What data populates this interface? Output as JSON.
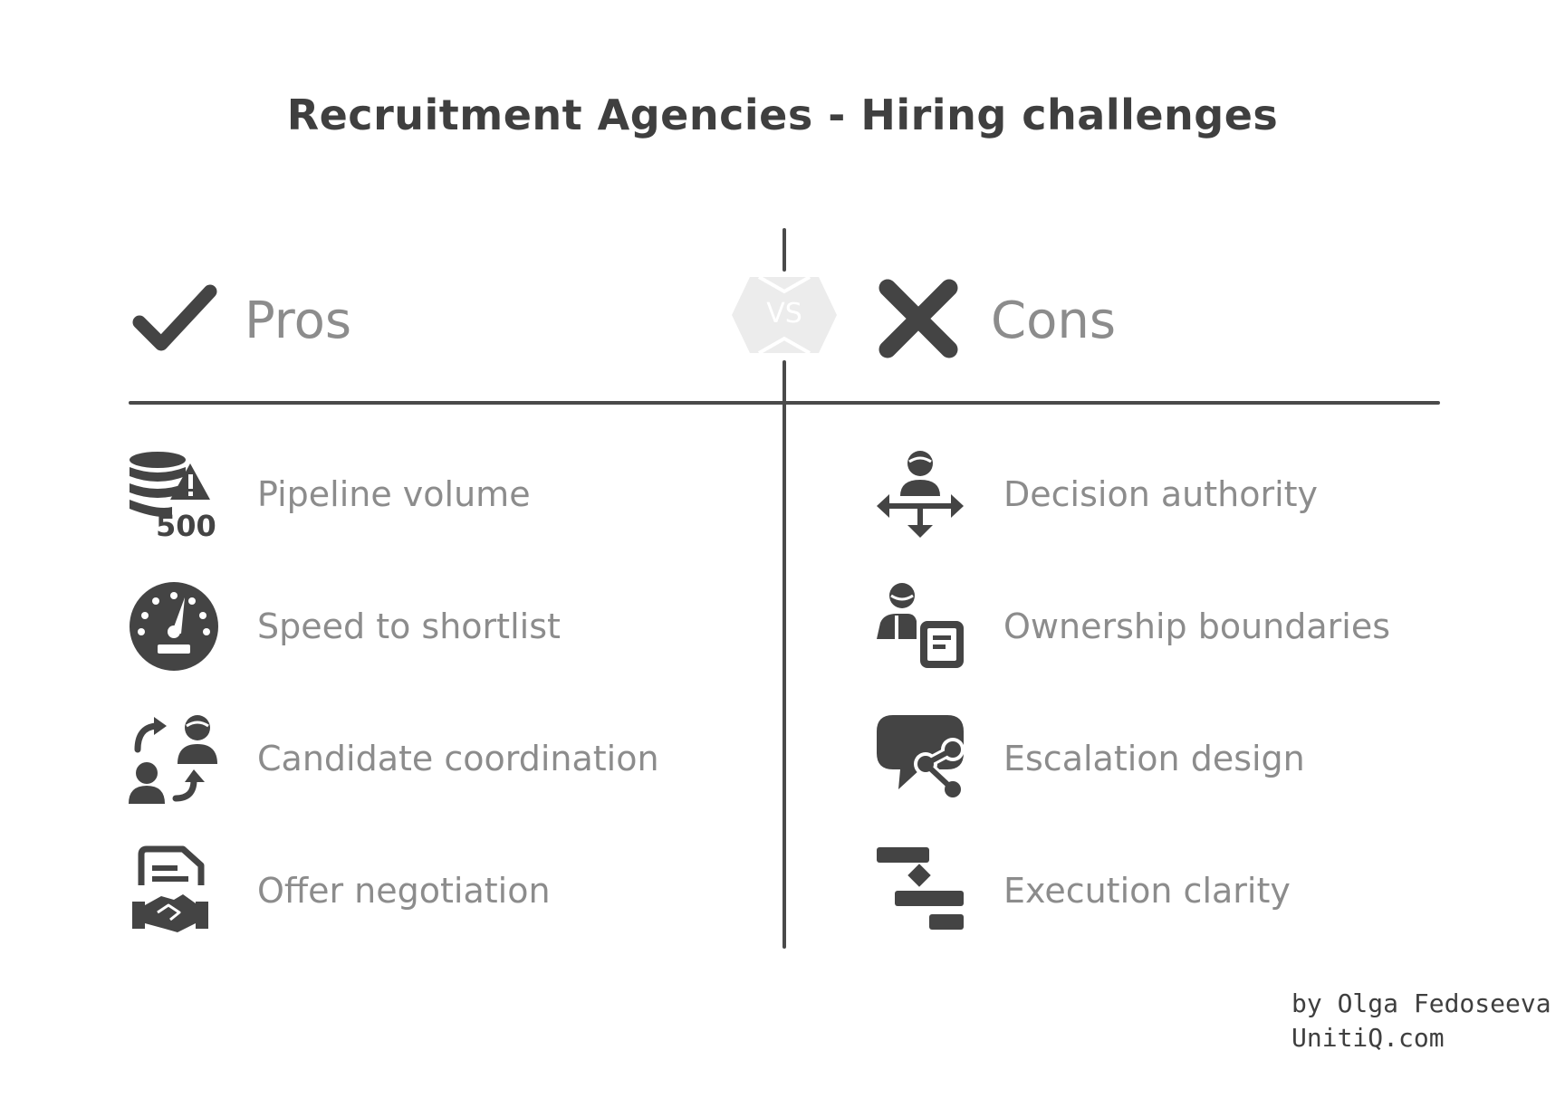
{
  "title": "Recruitment Agencies - Hiring challenges",
  "vs_label": "VS",
  "pros": {
    "heading": "Pros",
    "icon": "checkmark-icon",
    "items": [
      {
        "label": "Pipeline volume",
        "icon": "database-warning-500-icon"
      },
      {
        "label": "Speed to shortlist",
        "icon": "speedometer-icon"
      },
      {
        "label": "Candidate coordination",
        "icon": "people-exchange-icon"
      },
      {
        "label": "Offer negotiation",
        "icon": "contract-handshake-icon"
      }
    ]
  },
  "cons": {
    "heading": "Cons",
    "icon": "cross-icon",
    "items": [
      {
        "label": "Decision authority",
        "icon": "person-arrows-icon"
      },
      {
        "label": "Ownership boundaries",
        "icon": "person-document-icon"
      },
      {
        "label": "Escalation design",
        "icon": "chat-share-icon"
      },
      {
        "label": "Execution clarity",
        "icon": "gantt-chart-icon"
      }
    ]
  },
  "credit": {
    "author": "by Olga Fedoseeva",
    "site": "UnitiQ.com"
  },
  "colors": {
    "ink": "#444444",
    "label": "#8c8c8c",
    "vs_badge": "#ececec"
  }
}
